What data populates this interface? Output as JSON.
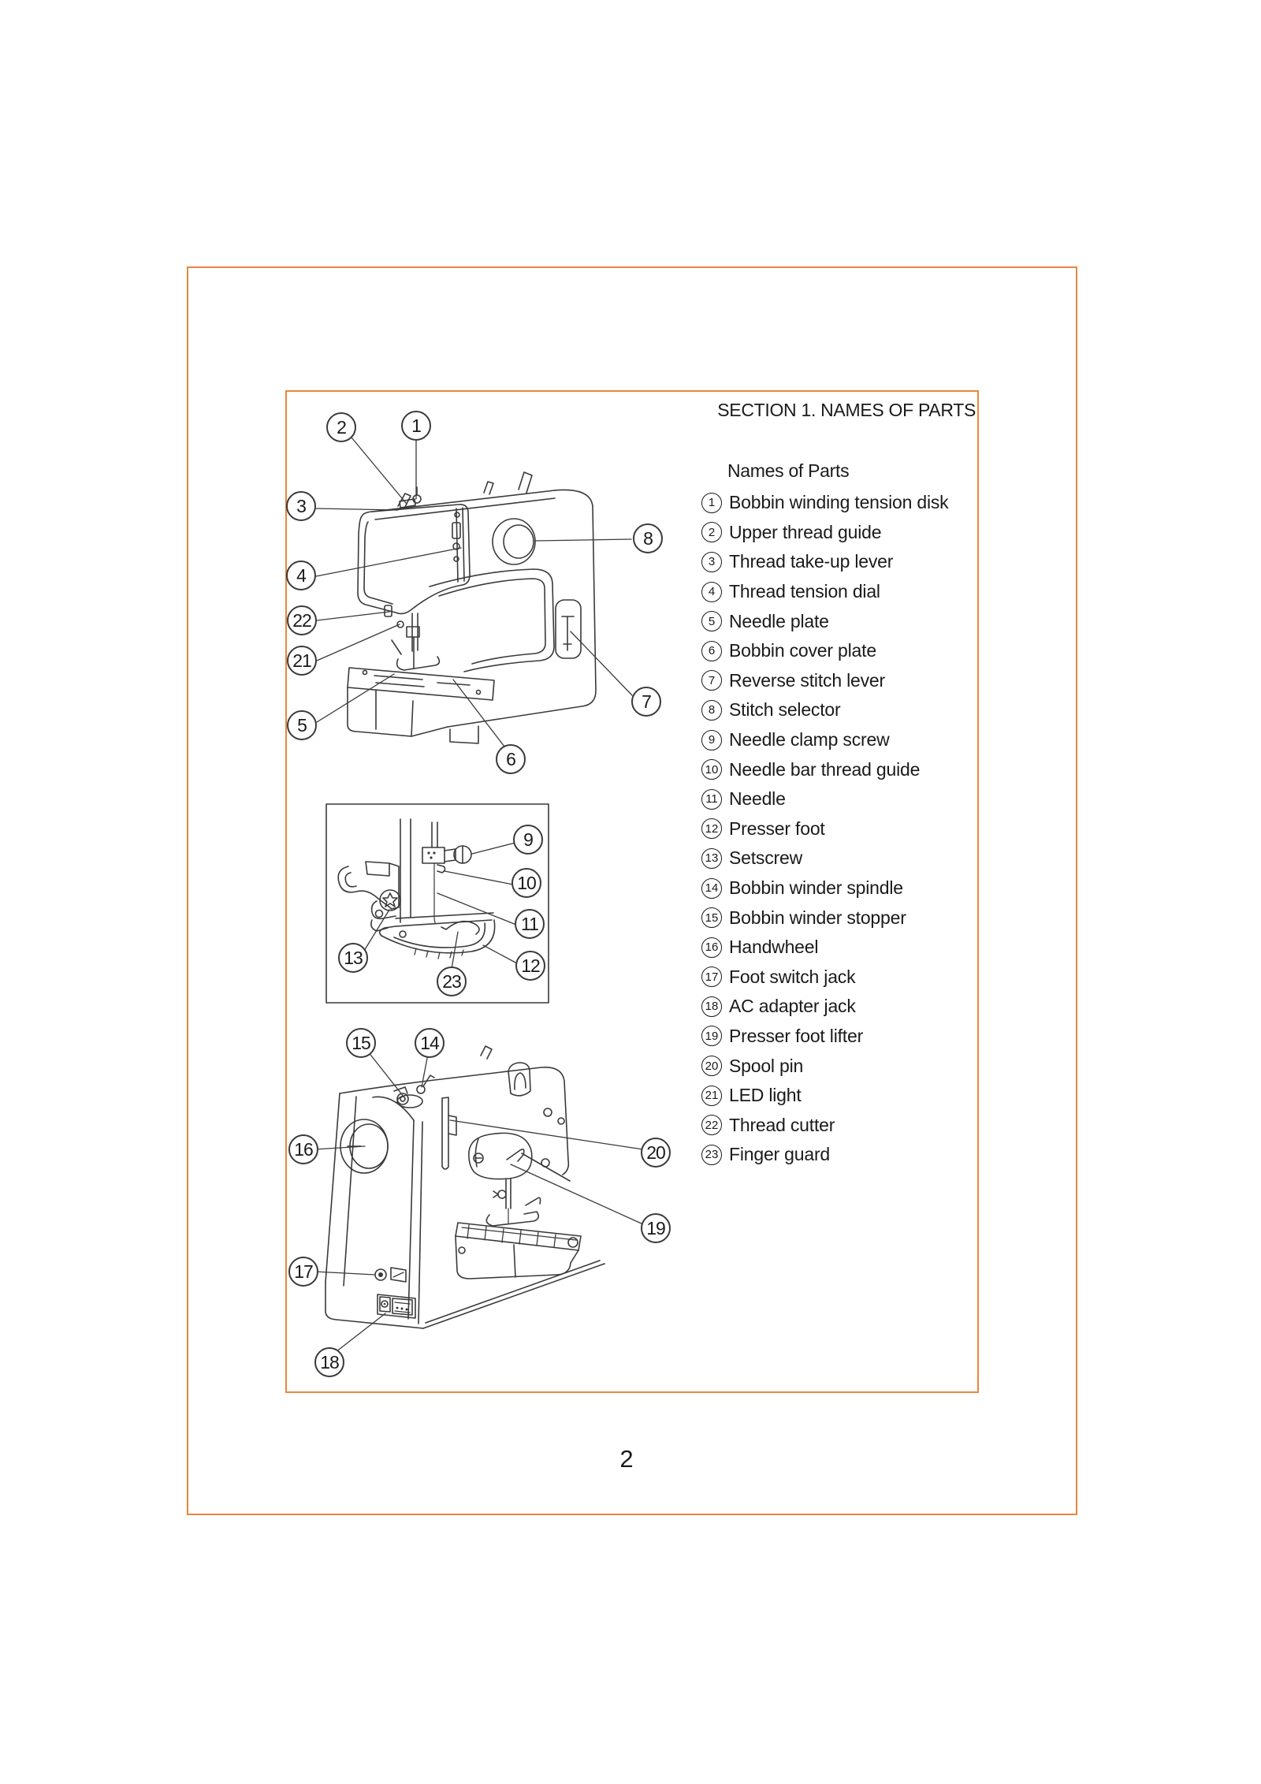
{
  "page": {
    "number": "2",
    "section_title": "SECTION 1. NAMES OF PARTS",
    "list_heading": "Names of Parts"
  },
  "parts": [
    {
      "num": "1",
      "label": "Bobbin winding tension disk"
    },
    {
      "num": "2",
      "label": "Upper thread guide"
    },
    {
      "num": "3",
      "label": "Thread take-up lever"
    },
    {
      "num": "4",
      "label": "Thread tension dial"
    },
    {
      "num": "5",
      "label": "Needle plate"
    },
    {
      "num": "6",
      "label": "Bobbin cover plate"
    },
    {
      "num": "7",
      "label": "Reverse stitch lever"
    },
    {
      "num": "8",
      "label": "Stitch selector"
    },
    {
      "num": "9",
      "label": "Needle clamp screw"
    },
    {
      "num": "10",
      "label": "Needle bar thread guide"
    },
    {
      "num": "11",
      "label": "Needle"
    },
    {
      "num": "12",
      "label": "Presser foot"
    },
    {
      "num": "13",
      "label": "Setscrew"
    },
    {
      "num": "14",
      "label": "Bobbin winder spindle"
    },
    {
      "num": "15",
      "label": "Bobbin winder stopper"
    },
    {
      "num": "16",
      "label": "Handwheel"
    },
    {
      "num": "17",
      "label": "Foot switch jack"
    },
    {
      "num": "18",
      "label": "AC adapter jack"
    },
    {
      "num": "19",
      "label": "Presser foot lifter"
    },
    {
      "num": "20",
      "label": "Spool pin"
    },
    {
      "num": "21",
      "label": "LED light"
    },
    {
      "num": "22",
      "label": "Thread cutter"
    },
    {
      "num": "23",
      "label": "Finger guard"
    }
  ],
  "diagrams": {
    "front_view": {
      "callouts": [
        "2",
        "1",
        "3",
        "8",
        "4",
        "22",
        "21",
        "5",
        "7",
        "6"
      ]
    },
    "needle_area": {
      "callouts": [
        "9",
        "10",
        "11",
        "12",
        "13",
        "23"
      ]
    },
    "rear_view": {
      "callouts": [
        "15",
        "14",
        "16",
        "20",
        "19",
        "17",
        "18"
      ]
    }
  },
  "colors": {
    "border_orange": "#e8873c",
    "line_art": "#3a3a3a"
  }
}
